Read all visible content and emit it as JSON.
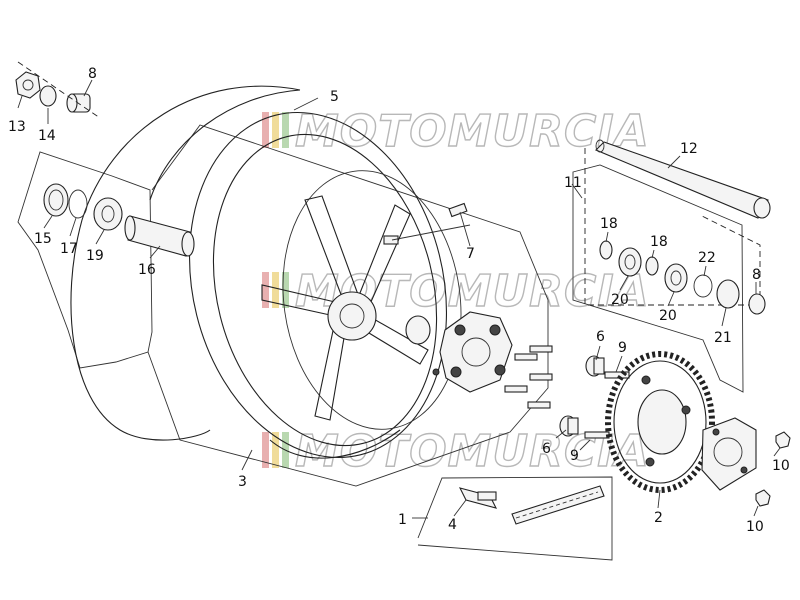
{
  "watermark": {
    "text": "MOTOMURCIA",
    "stripe_colors": [
      "#e8b0b0",
      "#f0dc9a",
      "#b9d8b0"
    ]
  },
  "callouts": {
    "c1": "1",
    "c2": "2",
    "c3": "3",
    "c4": "4",
    "c5": "5",
    "c6a": "6",
    "c6b": "6",
    "c7": "7",
    "c8a": "8",
    "c8b": "8",
    "c9a": "9",
    "c9b": "9",
    "c10a": "10",
    "c10b": "10",
    "c11": "11",
    "c12": "12",
    "c13": "13",
    "c14": "14",
    "c15": "15",
    "c16": "16",
    "c17": "17",
    "c18a": "18",
    "c18b": "18",
    "c19": "19",
    "c20a": "20",
    "c20b": "20",
    "c21": "21",
    "c22": "22"
  }
}
